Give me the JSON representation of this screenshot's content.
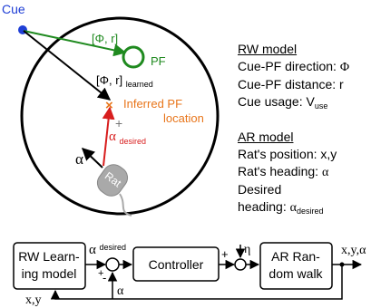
{
  "figure": {
    "arena": {
      "cue_label": "Cue",
      "pf_pair_label": "[Φ, r]",
      "pf_label": "PF",
      "learned_pair_label": "[Φ, r]",
      "learned_subscript": "learned",
      "inferred_line1": "Inferred PF",
      "inferred_line2": "location",
      "desired_symbol": "α",
      "desired_subscript": "desired",
      "heading_symbol": "α",
      "rat_label": "Rat",
      "center_mark": "+"
    },
    "rw_model": {
      "heading": "RW model",
      "line1_text": "Cue-PF direction: ",
      "line1_symbol": "Φ",
      "line2": "Cue-PF distance: r",
      "line3_text": "Cue usage: V",
      "line3_sub": "use"
    },
    "ar_model": {
      "heading": "AR model",
      "line1": "Rat's position: x,y",
      "line2_text": "Rat's heading: ",
      "line2_symbol": "α",
      "line3": "Desired",
      "line4_text": "heading: ",
      "line4_symbol": "α",
      "line4_sub": "desired"
    },
    "block_diagram": {
      "rw_block_line1": "RW Learn-",
      "rw_block_line2": "ing model",
      "controller_block": "Controller",
      "ar_block_line1": "AR Ran-",
      "ar_block_line2": "dom walk",
      "alpha_desired_symbol": "α",
      "alpha_desired_sub": "desired",
      "plus_sign": "+",
      "minus_sign": "-",
      "plus_sign_2": "+",
      "eta_label": "η",
      "output_label": "x,y,α",
      "feedback_xy": "x,y",
      "feedback_alpha": "α"
    },
    "colors": {
      "cue_blue": "#1f3fd6",
      "pf_green": "#1f8a1f",
      "inferred_orange": "#e8751a",
      "desired_red": "#d81e1e",
      "rat_gray": "#a9a9a9"
    }
  }
}
